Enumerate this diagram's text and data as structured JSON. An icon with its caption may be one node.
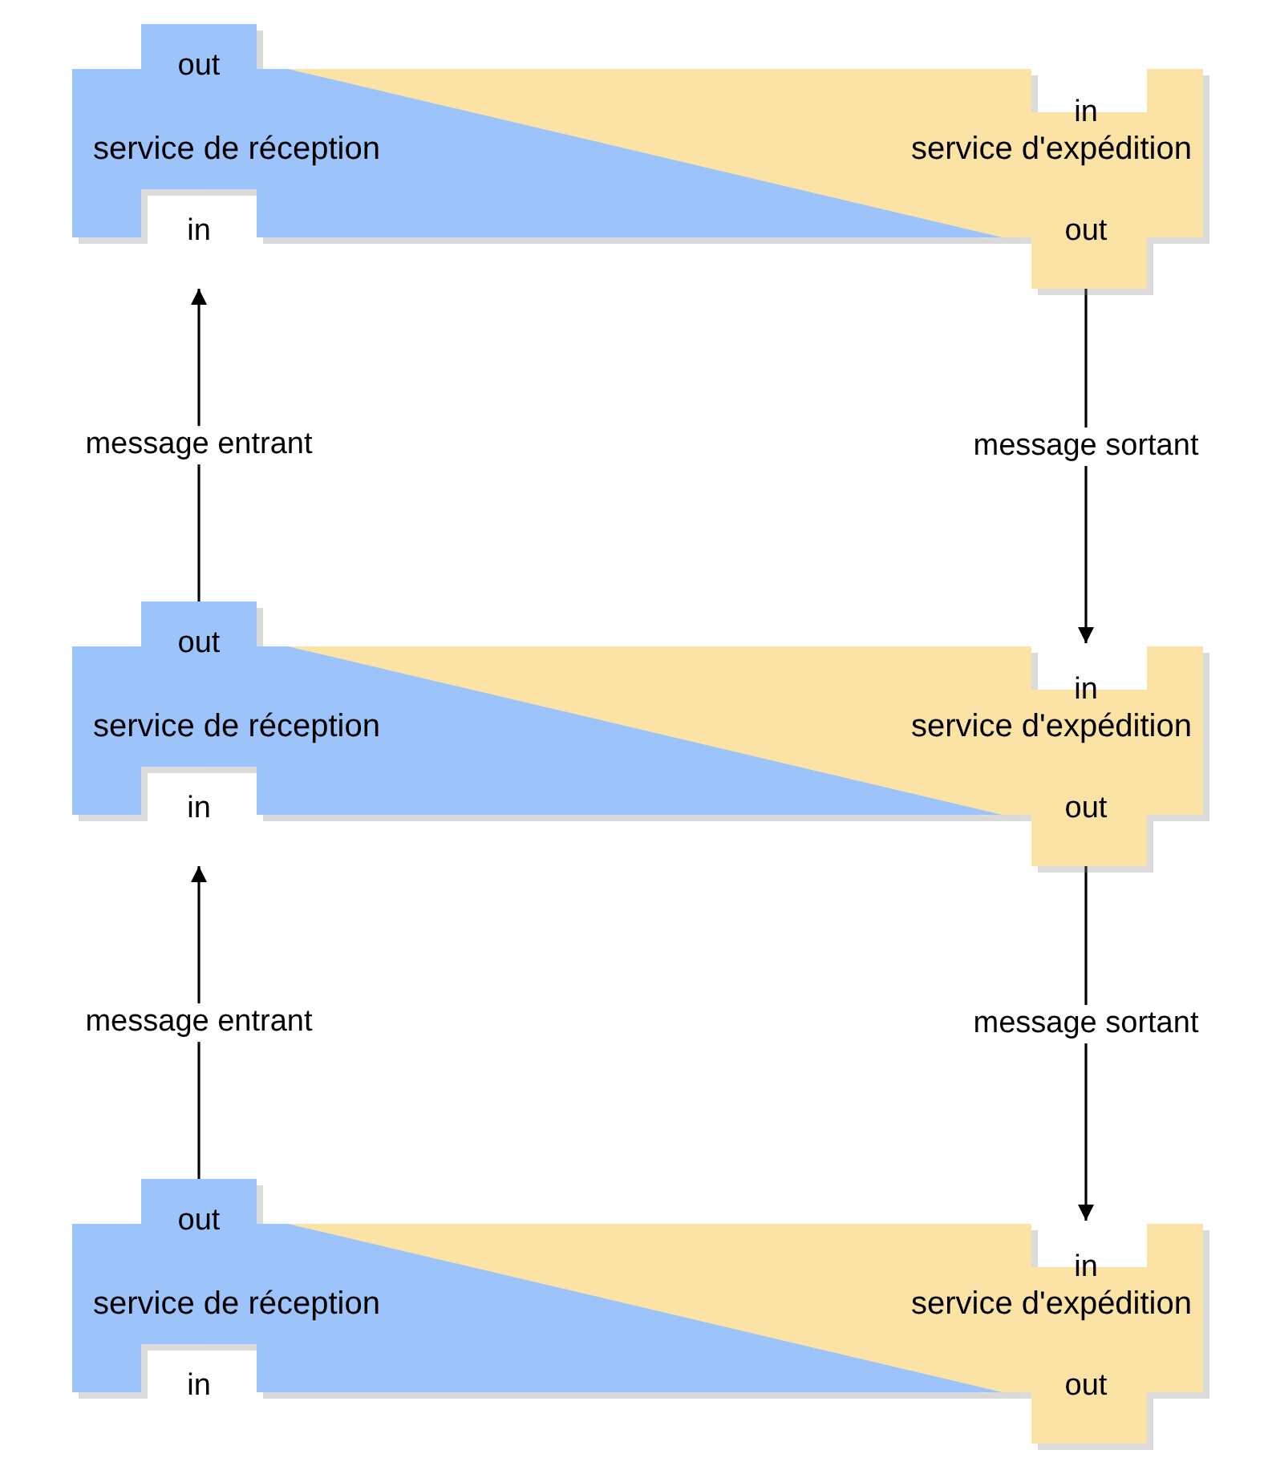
{
  "diagram": {
    "nodes": [
      {
        "text": [
          "out",
          "service de réception",
          "in",
          "in",
          "service d'expédition",
          "out"
        ]
      },
      {
        "text": [
          "out",
          "service de réception",
          "in",
          "in",
          "service d'expédition",
          "out"
        ]
      },
      {
        "text": [
          "out",
          "service de réception",
          "in",
          "in",
          "service d'expédition",
          "out"
        ]
      }
    ],
    "edges": [
      {
        "from": 1,
        "to": 0,
        "arrow": "to",
        "label": "message entrant"
      },
      {
        "from": 0,
        "to": 1,
        "arrow": "to",
        "label": "message sortant"
      },
      {
        "from": 2,
        "to": 1,
        "arrow": "to",
        "label": "message entrant"
      },
      {
        "from": 1,
        "to": 2,
        "arrow": "to",
        "label": "message sortant"
      }
    ]
  }
}
